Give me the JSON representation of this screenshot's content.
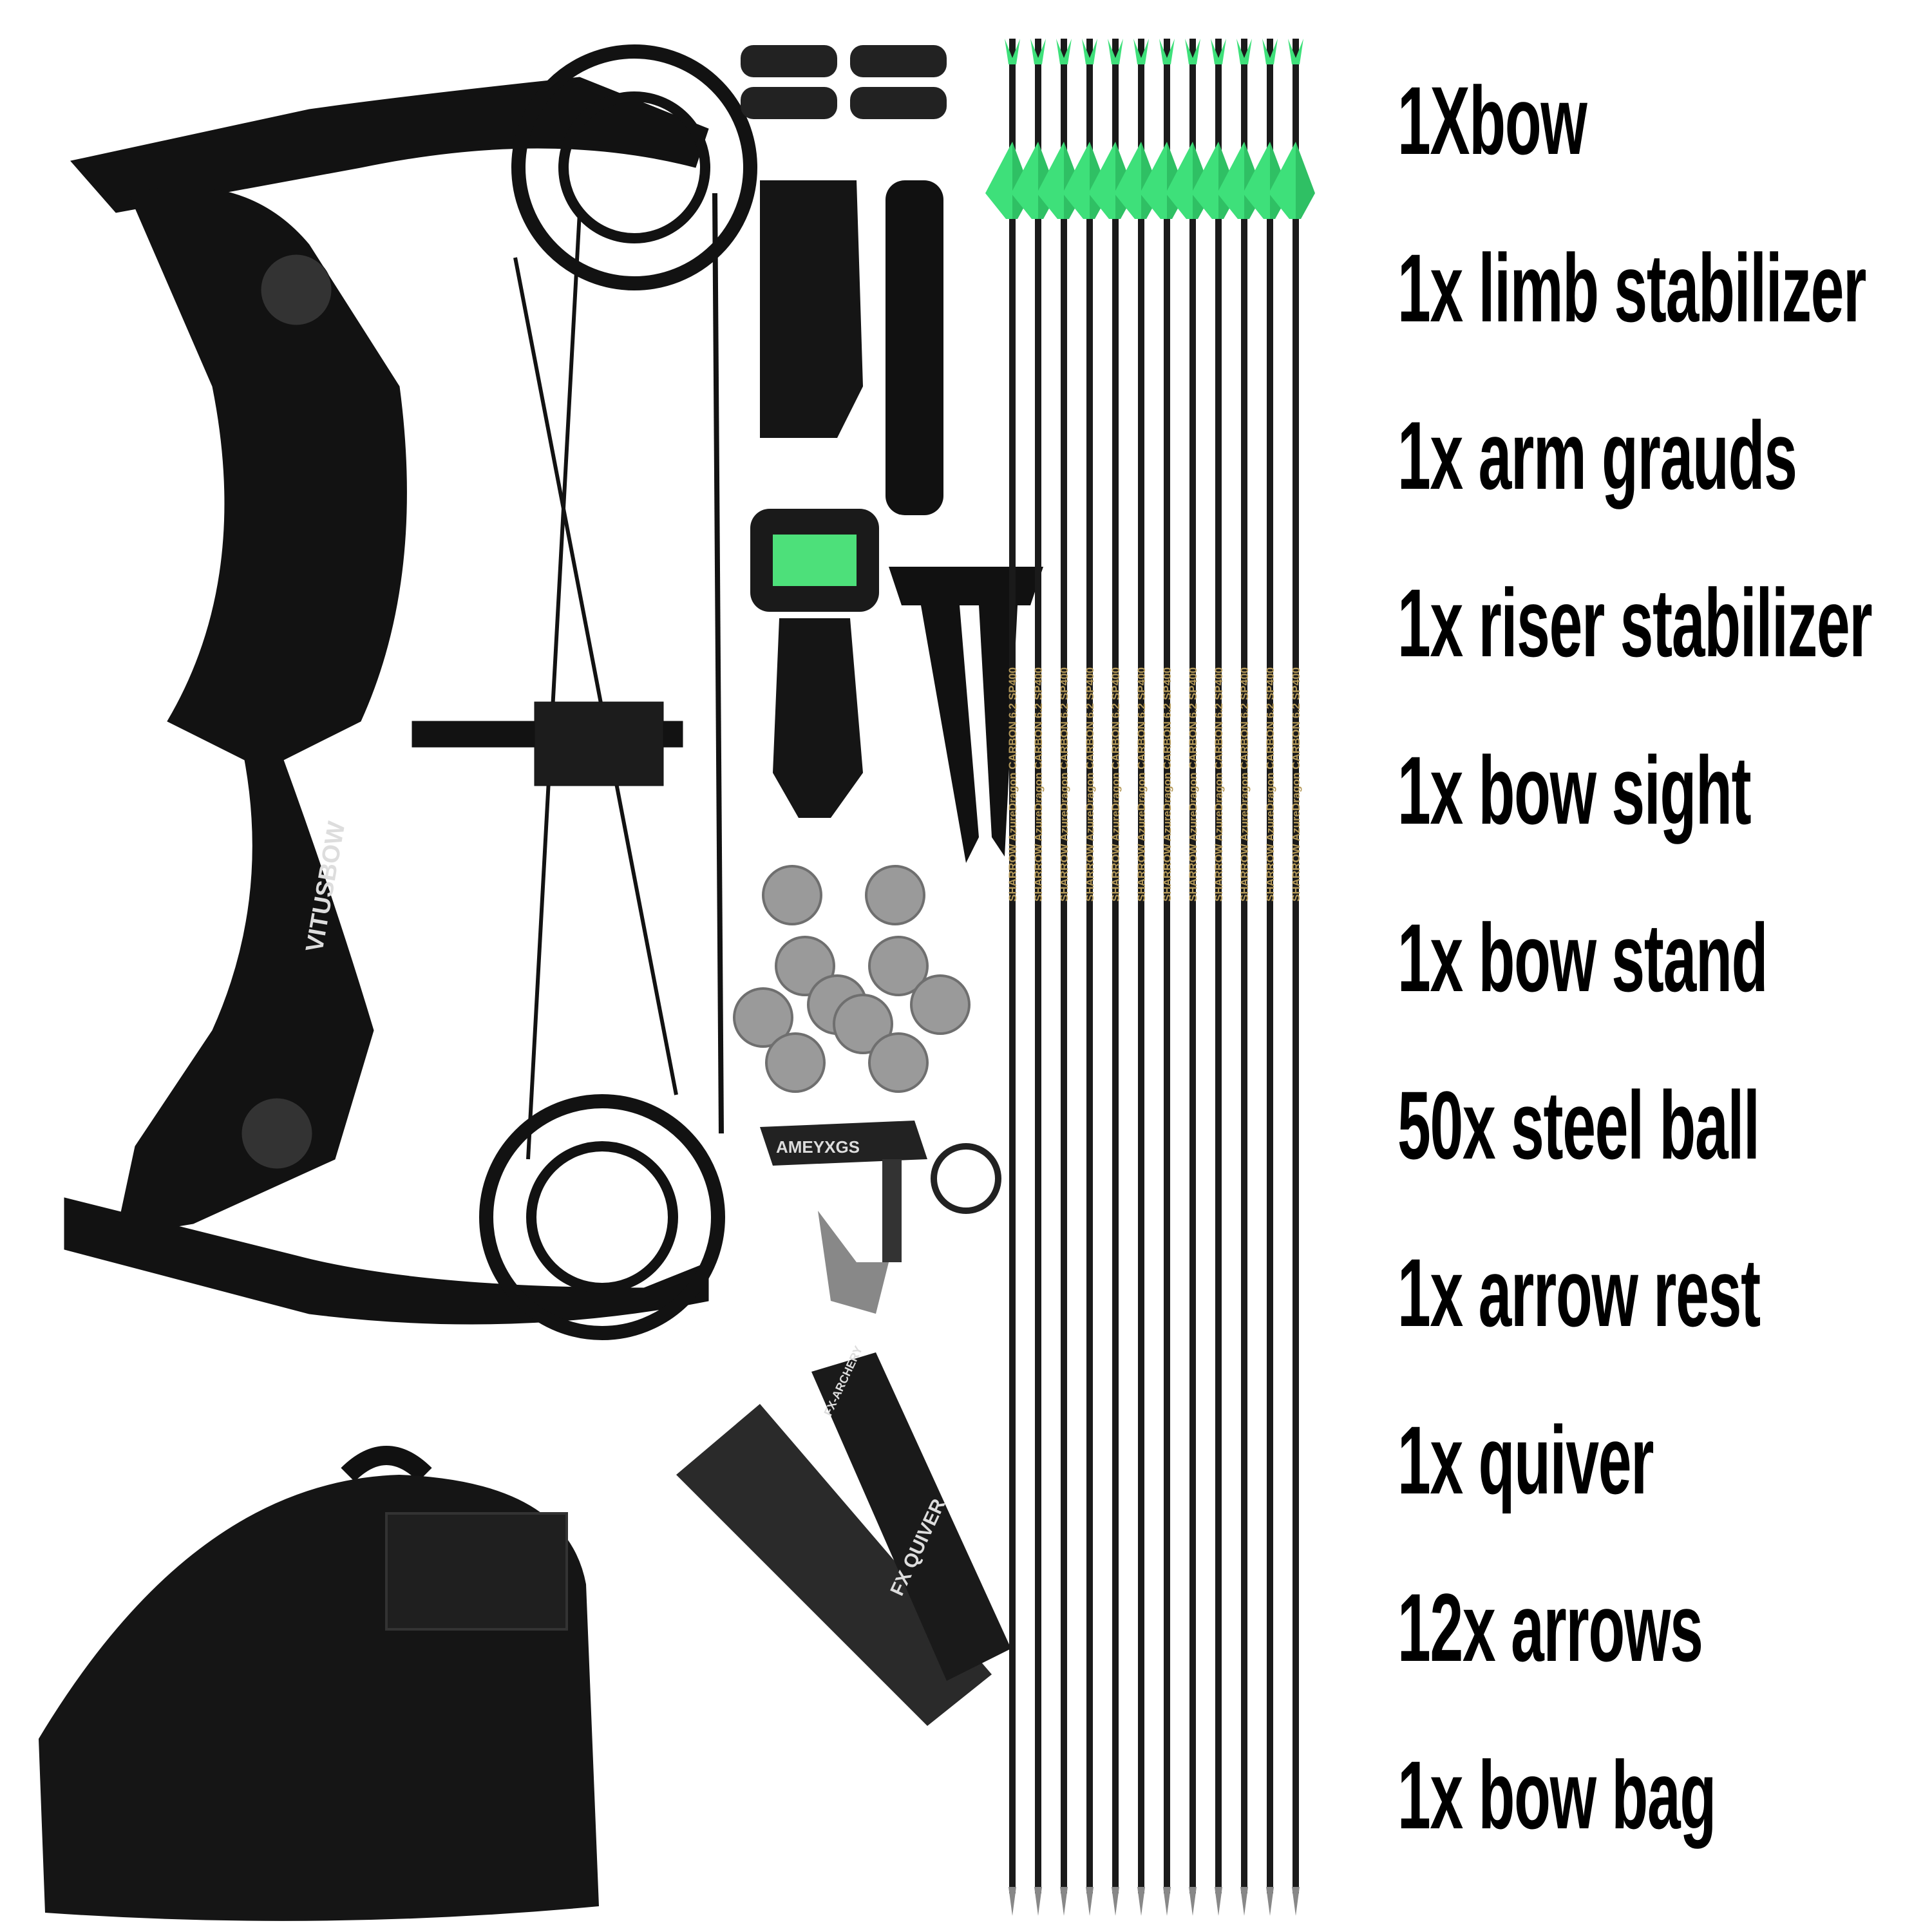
{
  "contents_list": [
    "1Xbow",
    "1x limb stabilizer",
    "1x arm grauds",
    "1x riser stabilizer",
    "1x bow sight",
    "1x bow stand",
    "50x steel ball",
    "1x arrow rest",
    "1x quiver",
    "12x arrows",
    "1x bow bag"
  ],
  "product_markings": {
    "bow_brand": "VITUSBOW",
    "arrow_brand": "SHARROW",
    "arrow_series": "AzureDragon",
    "arrow_spec": "CARBON 6.2  SP400",
    "release_brand": "AMEYXGS",
    "quiver_brand": "FX QUIVER",
    "quiver_tag": "FX-ARCHERY"
  },
  "colors": {
    "text": "#000000",
    "bow": "#111111",
    "fletching": "#3ee07a",
    "arrow_shaft": "#1a1a1a",
    "steel": "#9a9a9a"
  },
  "arrow_count": 12,
  "steel_ball_visible_count": 10
}
